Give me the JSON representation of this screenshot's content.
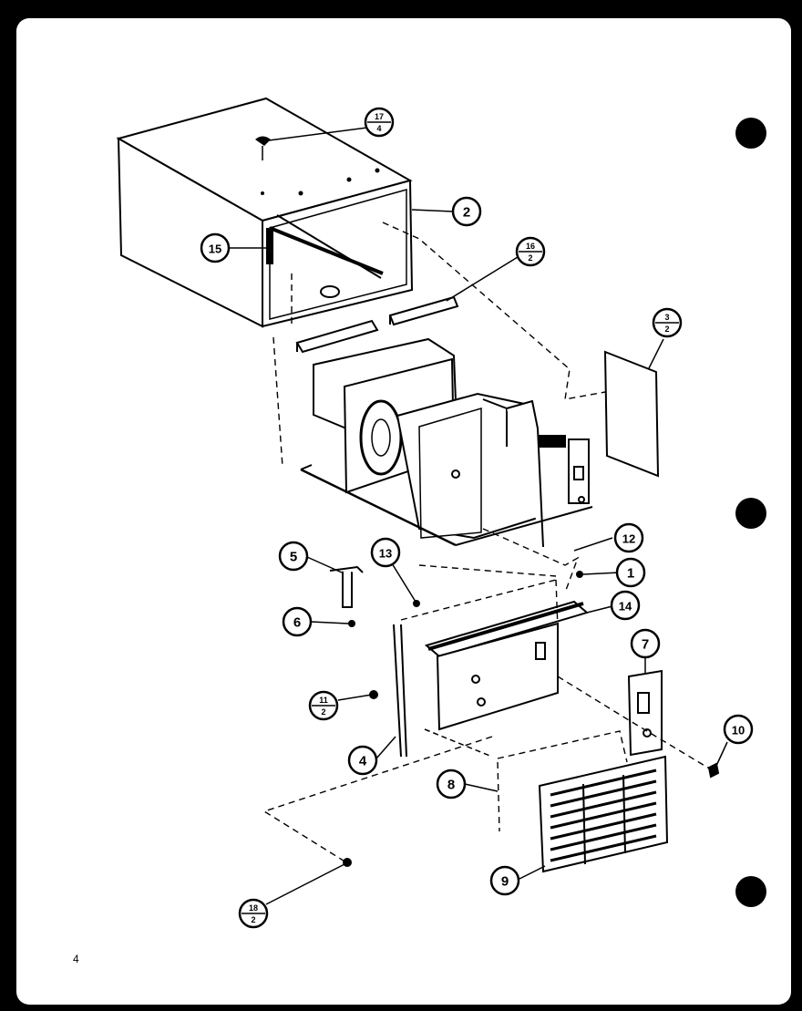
{
  "page": {
    "number": "4"
  },
  "callouts": [
    {
      "id": "c1",
      "label": "1"
    },
    {
      "id": "c2",
      "label": "2"
    },
    {
      "id": "c4",
      "label": "4"
    },
    {
      "id": "c5",
      "label": "5"
    },
    {
      "id": "c6",
      "label": "6"
    },
    {
      "id": "c7",
      "label": "7"
    },
    {
      "id": "c8",
      "label": "8"
    },
    {
      "id": "c9",
      "label": "9"
    },
    {
      "id": "c10",
      "label": "10"
    },
    {
      "id": "c12",
      "label": "12"
    },
    {
      "id": "c13",
      "label": "13"
    },
    {
      "id": "c14",
      "label": "14"
    },
    {
      "id": "c15",
      "label": "15"
    }
  ],
  "fraction_callouts": [
    {
      "id": "f17",
      "top": "17",
      "bottom": "4"
    },
    {
      "id": "f16",
      "top": "16",
      "bottom": "2"
    },
    {
      "id": "f3",
      "top": "3",
      "bottom": "2"
    },
    {
      "id": "f11",
      "top": "11",
      "bottom": "2"
    },
    {
      "id": "f18",
      "top": "18",
      "bottom": "2"
    }
  ],
  "colors": {
    "ink": "#000000",
    "paper": "#ffffff",
    "border": "#000000"
  }
}
